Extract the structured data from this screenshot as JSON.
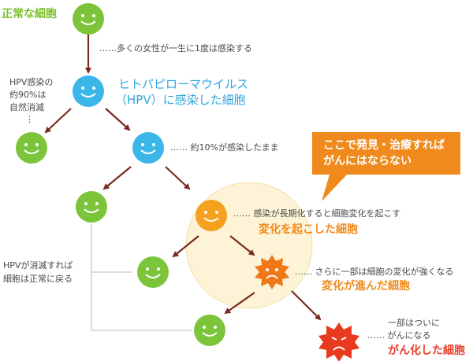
{
  "labels": {
    "normal_cell": "正常な細胞",
    "most_women": "……多くの女性が一生に1度は感染する",
    "hpv_natural_1": "HPV感染の",
    "hpv_natural_2": "約90%は",
    "hpv_natural_3": "自然消滅",
    "hpv_natural_dots": "⋮",
    "hpv_infected_1": "ヒトパピローマウイルス",
    "hpv_infected_2": "（HPV）に感染した細胞",
    "remain_infected": "…… 約10%が感染したまま",
    "callout_1": "ここで発見・治療すれば",
    "callout_2": "がんにはならない",
    "long_term": "…… 感染が長期化すると細胞変化を起こす",
    "changed_cell": "変化を起こした細胞",
    "hpv_cleared_1": "HPVが消滅すれば",
    "hpv_cleared_2": "細胞は正常に戻る",
    "strong_change": "…… さらに一部は細胞の変化が強くなる",
    "advanced_cell": "変化が進んだ細胞",
    "some_cancer_1": "一部はついに",
    "some_cancer_2": "…… がんになる",
    "cancer_cell": "がん化した細胞"
  },
  "colors": {
    "normal": "#7cc43a",
    "hpv": "#3bb6e8",
    "changed": "#f5a01f",
    "advanced": "#f07818",
    "cancer": "#e83a1e",
    "arrow": "#7a2a1f",
    "callout": "#f08a1c",
    "highlight": "#fdf3d6"
  }
}
